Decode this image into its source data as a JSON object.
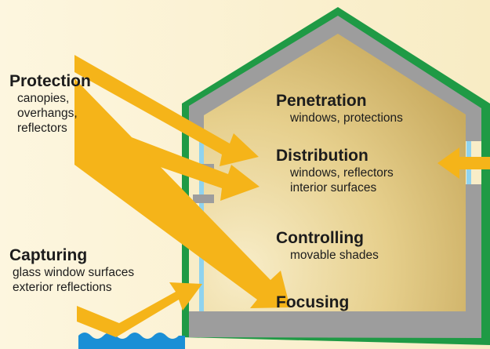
{
  "labels": {
    "protection": {
      "heading": "Protection",
      "lines": [
        "canopies,",
        "overhangs,",
        "reflectors"
      ]
    },
    "capturing": {
      "heading": "Capturing",
      "lines": [
        "glass window surfaces",
        "exterior reflections"
      ]
    },
    "penetration": {
      "heading": "Penetration",
      "lines": [
        "windows, protections"
      ]
    },
    "distribution": {
      "heading": "Distribution",
      "lines": [
        "windows, reflectors",
        "interior surfaces"
      ]
    },
    "controlling": {
      "heading": "Controlling",
      "lines": [
        "movable shades"
      ]
    },
    "focusing": {
      "heading": "Focusing"
    }
  },
  "colors": {
    "roof": "#1f9a45",
    "wall": "#9d9d9d",
    "interior_light": "#f6e9bd",
    "interior_dark": "#cfb36a",
    "arrow": "#f5b419",
    "glass": "#8fd3ef",
    "water": "#1a8fd6",
    "shade_knob": "#e8212a"
  }
}
